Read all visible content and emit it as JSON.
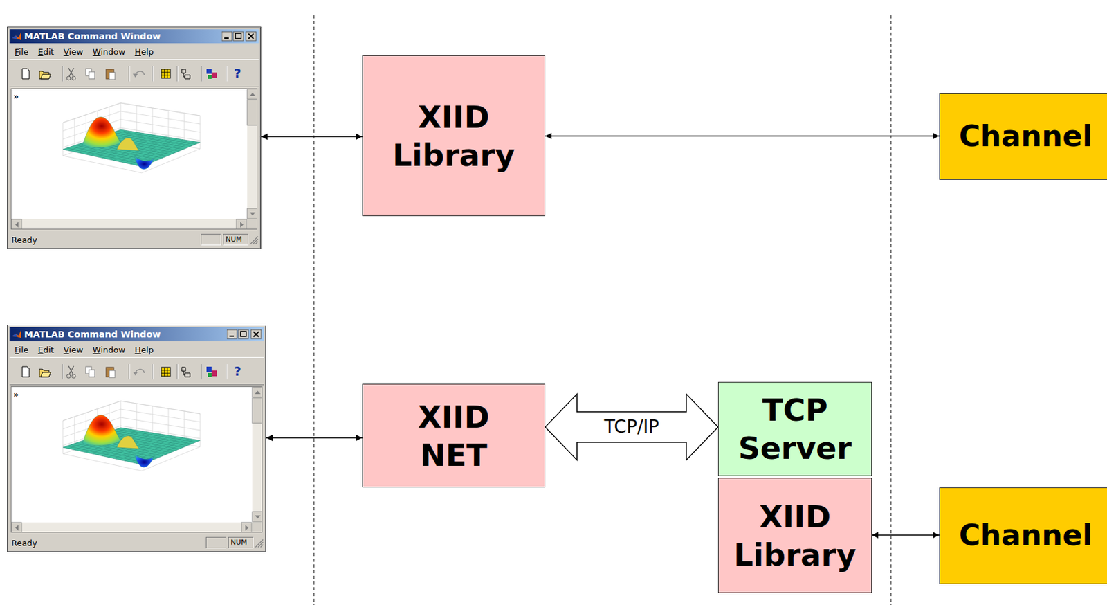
{
  "diagram": {
    "nodes": [
      {
        "text": [
          "MATLAB Command Window",
          "File",
          "Edit",
          "View",
          "Window",
          "Help",
          "?",
          "»",
          "Ready",
          "NUM"
        ]
      },
      {
        "text": [
          "XIID Library"
        ]
      },
      {
        "text": [
          "Channel"
        ]
      },
      {
        "text": [
          "MATLAB Command Window",
          "File",
          "Edit",
          "View",
          "Window",
          "Help",
          "?",
          "»",
          "Ready",
          "NUM"
        ]
      },
      {
        "text": [
          "XIID NET"
        ]
      },
      {
        "text": [
          "TCP Server"
        ]
      },
      {
        "text": [
          "XIID Library"
        ]
      },
      {
        "text": [
          "Channel"
        ]
      }
    ],
    "edges": [
      {
        "from": 0,
        "to": 1,
        "arrow": "both"
      },
      {
        "from": 1,
        "to": 2,
        "arrow": "both"
      },
      {
        "from": 3,
        "to": 4,
        "arrow": "both"
      },
      {
        "from": 4,
        "to": 5,
        "label": "TCP/IP",
        "arrow": "both"
      },
      {
        "from": 6,
        "to": 7,
        "arrow": "both"
      }
    ]
  }
}
